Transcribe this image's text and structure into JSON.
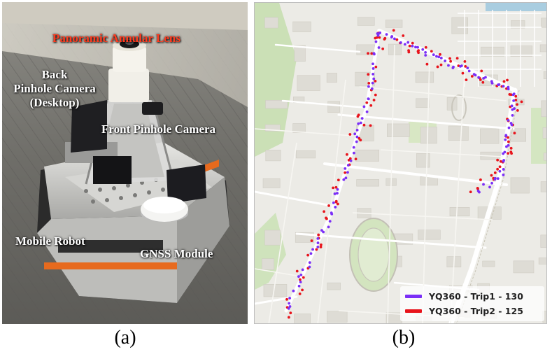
{
  "panel_a": {
    "caption": "(a)",
    "labels": {
      "panoramic_lens": "Panoramic Annular Lens",
      "back_camera_line1": "Back",
      "back_camera_line2": "Pinhole Camera",
      "back_camera_line3": "(Desktop)",
      "front_camera": "Front Pinhole Camera",
      "mobile_robot": "Mobile Robot",
      "gnss_module": "GNSS Module"
    },
    "colors": {
      "highlight_label": "#ff3b1f",
      "label": "#ffffff"
    }
  },
  "panel_b": {
    "caption": "(b)",
    "legend": [
      {
        "label": "YQ360 - Trip1 - 130",
        "color": "#7b2ff7"
      },
      {
        "label": "YQ360 - Trip2 - 125",
        "color": "#e8141c"
      }
    ]
  }
}
